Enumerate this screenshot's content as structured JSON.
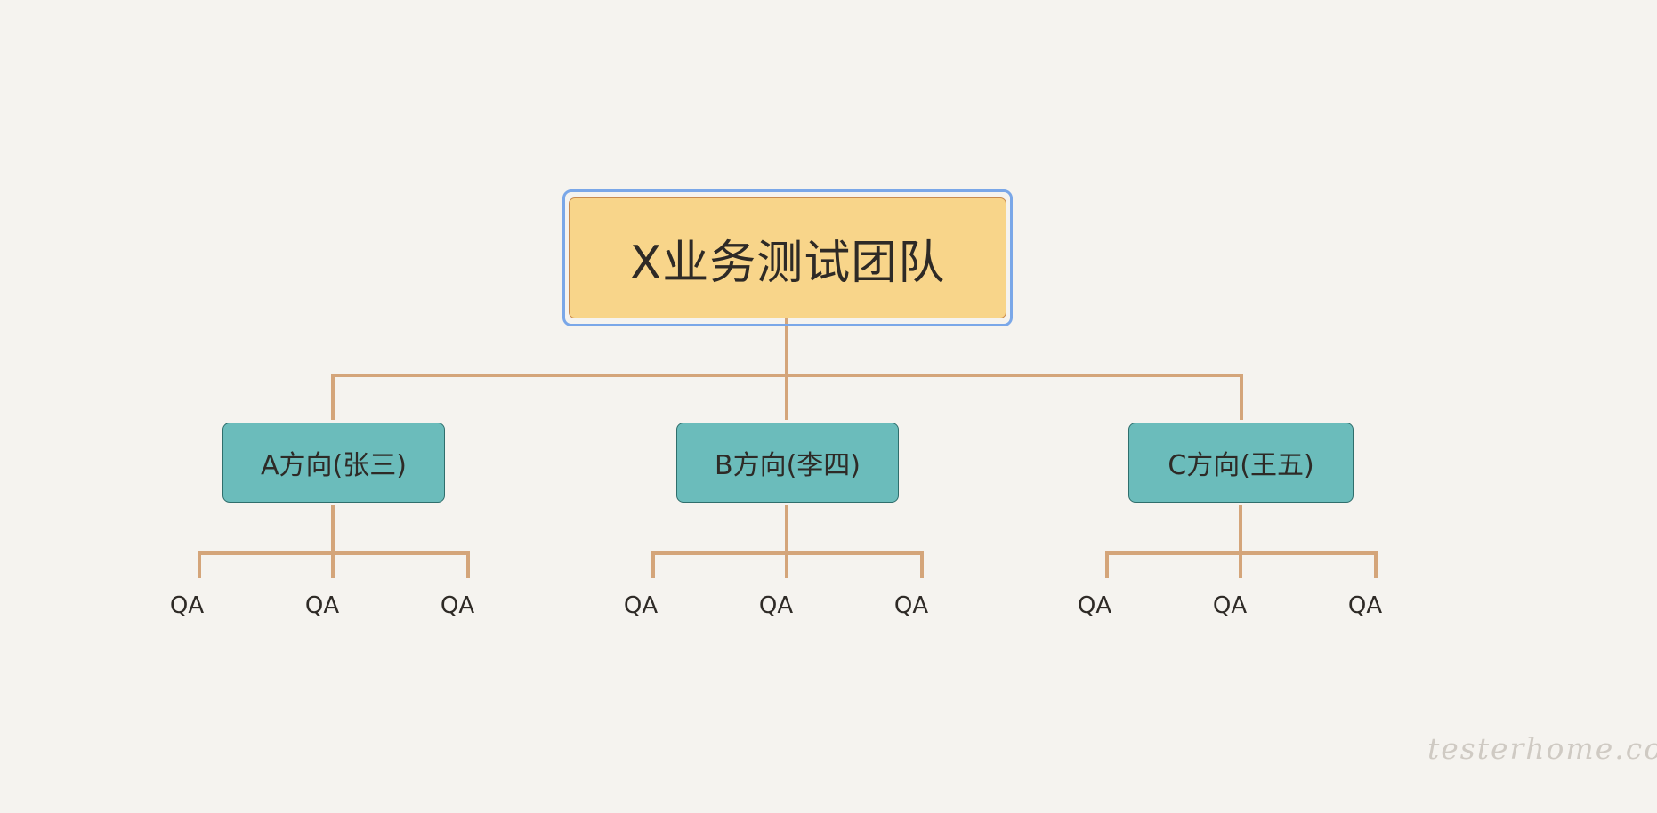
{
  "diagram": {
    "root": {
      "label": "X业务测试团队"
    },
    "branches": [
      {
        "label": "A方向(张三)",
        "leaves": [
          "QA",
          "QA",
          "QA"
        ]
      },
      {
        "label": "B方向(李四)",
        "leaves": [
          "QA",
          "QA",
          "QA"
        ]
      },
      {
        "label": "C方向(王五)",
        "leaves": [
          "QA",
          "QA",
          "QA"
        ]
      }
    ],
    "colors": {
      "background": "#f5f3ef",
      "root_fill": "#f8d58a",
      "root_border": "#c98a4e",
      "selection_outline": "#7aa7e8",
      "branch_fill": "#6bbcbb",
      "branch_border": "#2f6e6c",
      "connector": "#d4a57a",
      "text": "#2e2a26"
    }
  },
  "watermark": {
    "text": "testerhome.com"
  }
}
